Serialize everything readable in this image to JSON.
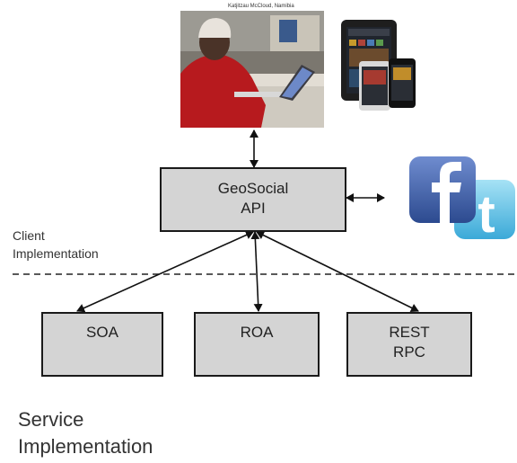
{
  "photo": {
    "caption": "Katjitzau McCloud, Namibia"
  },
  "nodes": {
    "api": {
      "line1": "GeoSocial",
      "line2": "API"
    },
    "soa": {
      "label": "SOA"
    },
    "roa": {
      "label": "ROA"
    },
    "rest": {
      "line1": "REST",
      "line2": "RPC"
    }
  },
  "labels": {
    "client": {
      "line1": "Client",
      "line2": "Implementation"
    },
    "service": {
      "line1": "Service",
      "line2": "Implementation"
    }
  },
  "icons": [
    "facebook-icon",
    "twitter-icon",
    "tablet-icon",
    "smartphone-icon"
  ],
  "colors": {
    "box_fill": "#d4d4d4",
    "facebook_blue": "#3b5998",
    "twitter_blue": "#5bc0eb"
  }
}
